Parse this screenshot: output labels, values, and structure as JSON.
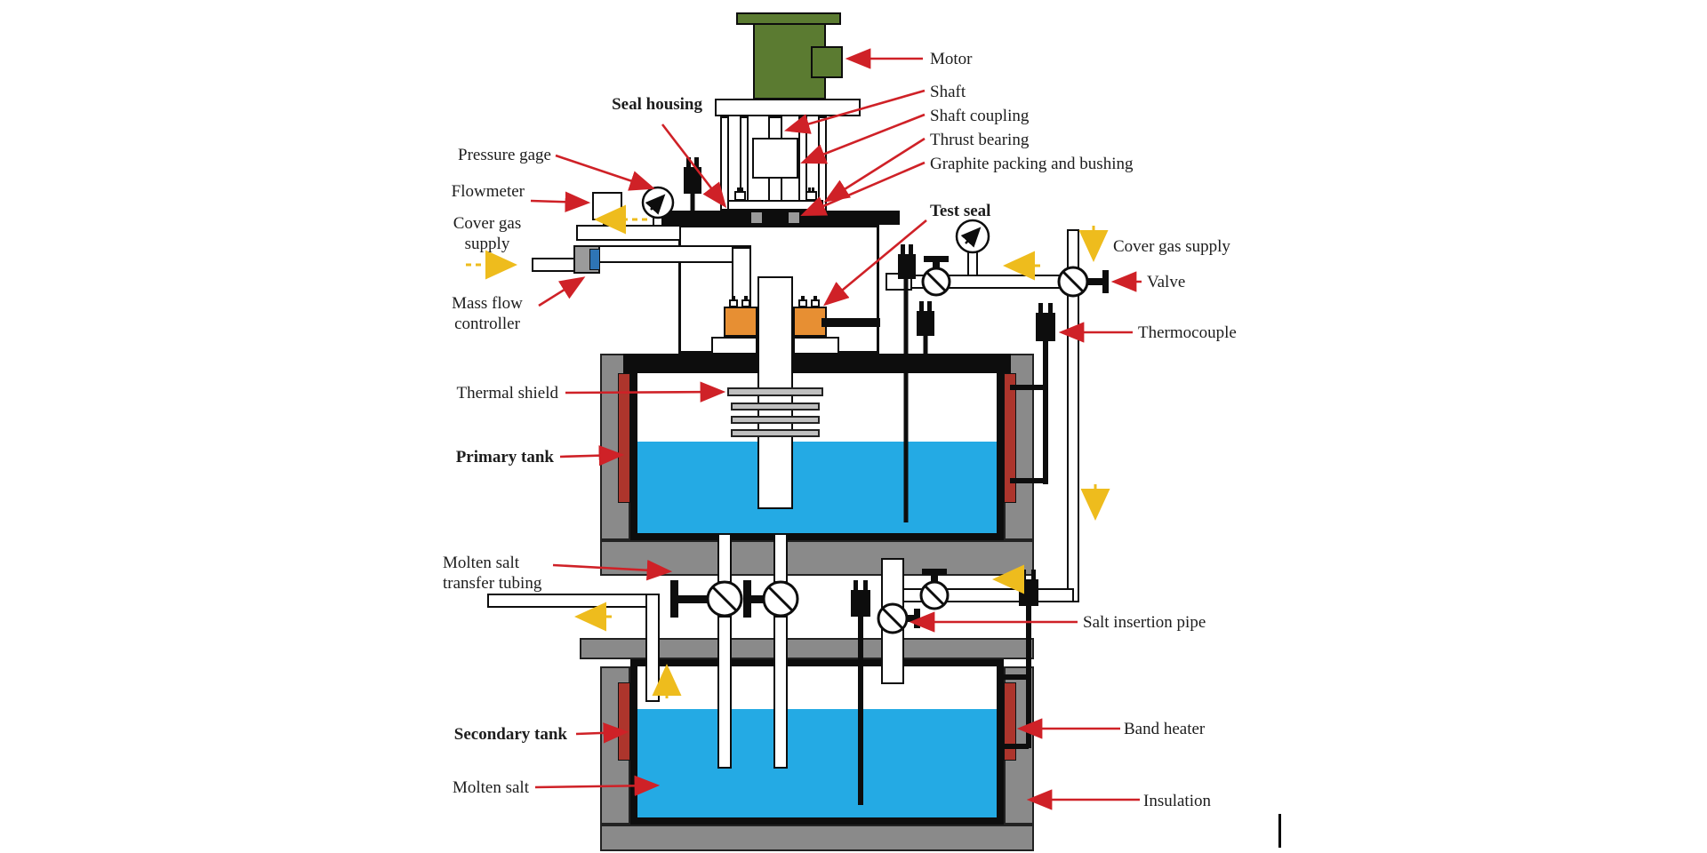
{
  "figure": {
    "kind": "equipment-schematic",
    "labels": {
      "motor": "Motor",
      "shaft": "Shaft",
      "shaft_coupling": "Shaft coupling",
      "thrust_bearing": "Thrust bearing",
      "graphite_packing": "Graphite packing and bushing",
      "seal_housing": "Seal housing",
      "test_seal": "Test seal",
      "pressure_gage": "Pressure gage",
      "flowmeter": "Flowmeter",
      "cover_gas_supply_left": "Cover gas supply",
      "mass_flow_controller": "Mass flow controller",
      "cover_gas_supply_right": "Cover gas supply",
      "valve": "Valve",
      "thermocouple": "Thermocouple",
      "thermal_shield": "Thermal shield",
      "primary_tank": "Primary tank",
      "molten_salt_transfer_tubing": "Molten salt transfer tubing",
      "salt_insertion_pipe": "Salt insertion pipe",
      "secondary_tank": "Secondary tank",
      "band_heater": "Band heater",
      "molten_salt": "Molten salt",
      "insulation": "Insulation"
    },
    "colors": {
      "label_arrow_red": "#cf2127",
      "gas_flow_yellow": "#eebc1d",
      "motor_green": "#5b7b31",
      "test_seal_orange": "#e78f33",
      "molten_salt_blue": "#24aae4",
      "band_heater_red": "#ad352c",
      "insulation_gray": "#8a8a8a",
      "outline_black": "#0d0d0d"
    }
  }
}
